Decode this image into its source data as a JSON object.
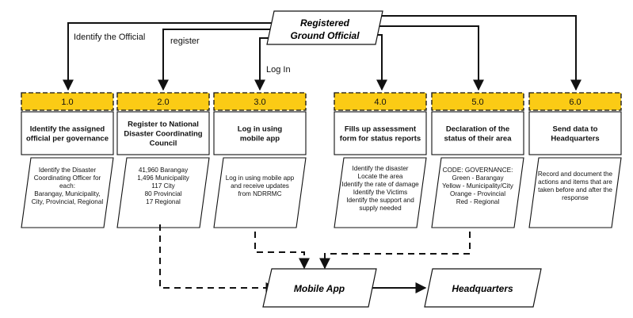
{
  "top": {
    "label_lines": [
      "Registered",
      "Ground Official"
    ],
    "color": "#e5151b"
  },
  "edge_labels": {
    "identify": "Identify the Official",
    "register": "register",
    "login": "Log In"
  },
  "steps": [
    {
      "num": "1.0",
      "title_lines": [
        "Identify the assigned",
        "official per governance"
      ],
      "desc_lines": [
        "Identify the Disaster",
        "Coordinating Officer for",
        "each:",
        "Barangay, Municipality,",
        "City, Provincial, Regional"
      ]
    },
    {
      "num": "2.0",
      "title_lines": [
        "Register to National",
        "Disaster Coordinating",
        "Council"
      ],
      "desc_lines": [
        "41,960 Barangay",
        "1,496 Municipality",
        "117 City",
        "80 Provincial",
        "17 Regional"
      ]
    },
    {
      "num": "3.0",
      "title_lines": [
        "Log in using",
        "mobile app"
      ],
      "desc_lines": [
        "Log in using mobile app",
        "and receive updates",
        "from NDRRMC"
      ]
    },
    {
      "num": "4.0",
      "title_lines": [
        "Fills up assessment",
        "form for status reports"
      ],
      "desc_lines": [
        "Identify the disaster",
        "Locate the area",
        "Identify the rate of damage",
        "Identify the Victims",
        "Identify the support and",
        "supply needed"
      ]
    },
    {
      "num": "5.0",
      "title_lines": [
        "Declaration of the",
        "status of their area"
      ],
      "desc_lines": [
        "CODE:  GOVERNANCE:",
        "Green  -   Barangay",
        "Yellow - Municipality/City",
        "Orange  -  Provincial",
        "Red  -   Regional"
      ]
    },
    {
      "num": "6.0",
      "title_lines": [
        "Send data to",
        "Headquarters"
      ],
      "desc_lines": [
        "Record and document the",
        "actions and items that are",
        "taken before and after the",
        "response"
      ]
    }
  ],
  "outputs": {
    "mobile_app": "Mobile App",
    "headquarters": "Headquarters"
  },
  "colors": {
    "header_fill": "#fbcb15",
    "accent_red": "#e5151b",
    "stroke": "#111111"
  }
}
